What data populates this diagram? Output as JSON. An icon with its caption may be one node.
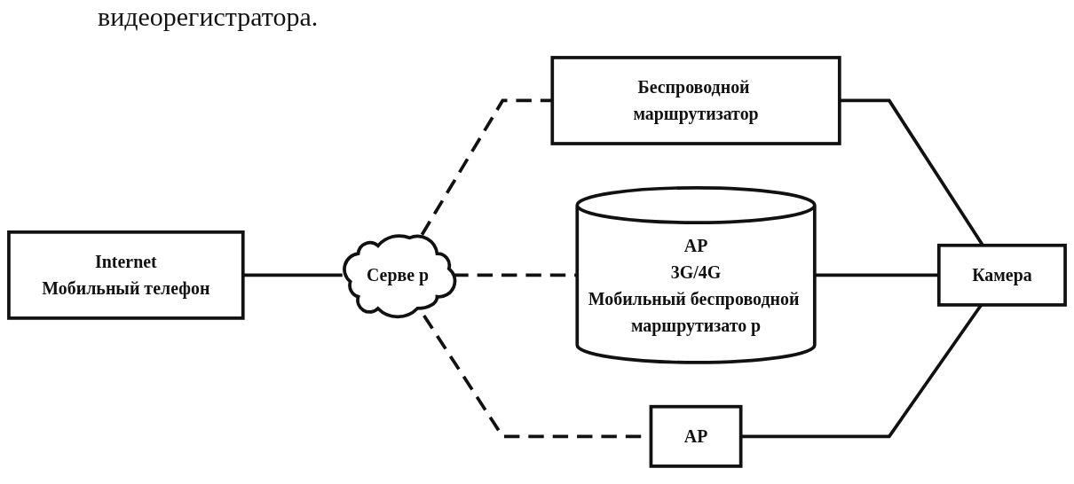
{
  "diagram": {
    "nodes": [
      {
        "text": [
          "Internet",
          "Мобильный телефон"
        ]
      },
      {
        "text": [
          "Серве р"
        ]
      },
      {
        "text": [
          "Беспроводной маршрутизатор"
        ]
      },
      {
        "text": [
          "AP",
          "3G/4G",
          "Мобильный беспроводной маршрутизато р"
        ]
      },
      {
        "text": [
          "AP"
        ]
      },
      {
        "text": [
          "Камера"
        ]
      }
    ],
    "edges": [
      {
        "from": 0,
        "to": 1,
        "arrow": "none"
      },
      {
        "from": 1,
        "to": 2,
        "arrow": "none",
        "style": "dashed"
      },
      {
        "from": 1,
        "to": 3,
        "arrow": "none",
        "style": "dashed"
      },
      {
        "from": 1,
        "to": 4,
        "arrow": "none",
        "style": "dashed"
      },
      {
        "from": 2,
        "to": 5,
        "arrow": "none"
      },
      {
        "from": 3,
        "to": 5,
        "arrow": "none"
      },
      {
        "from": 4,
        "to": 5,
        "arrow": "none"
      }
    ],
    "labels": [
      "видеорегистратора."
    ]
  }
}
